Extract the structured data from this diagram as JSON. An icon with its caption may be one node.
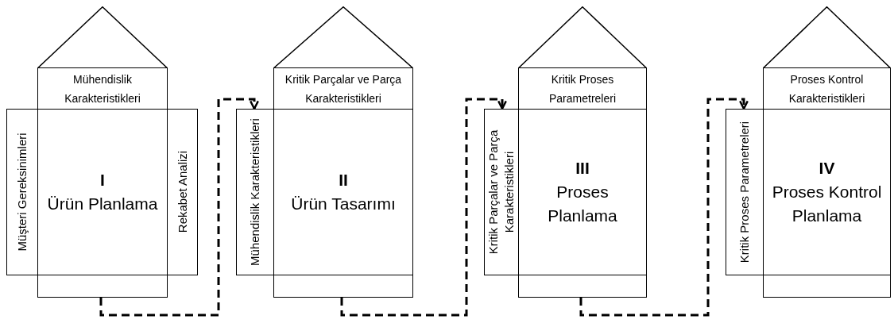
{
  "diagram": {
    "nodes": [
      {
        "text": [],
        "shape": "triangle"
      },
      {
        "text": [
          "Mühendislik Karakteristikleri"
        ]
      },
      {
        "text": [
          "Müşteri Gereksinimleri"
        ]
      },
      {
        "text": [
          "I",
          "Ürün Planlama"
        ]
      },
      {
        "text": [
          "Rekabet Analizi"
        ]
      },
      {
        "text": [],
        "shape": "box"
      },
      {
        "text": [],
        "shape": "triangle"
      },
      {
        "text": [
          "Kritik Parçalar ve Parça Karakteristikleri"
        ]
      },
      {
        "text": [
          "Mühendislik Karakteristikleri"
        ]
      },
      {
        "text": [
          "II",
          "Ürün Tasarımı"
        ]
      },
      {
        "text": [],
        "shape": "box"
      },
      {
        "text": [],
        "shape": "triangle"
      },
      {
        "text": [
          "Kritik Proses Parametreleri"
        ]
      },
      {
        "text": [
          "Kritik Parçalar ve Parça Karakteristikleri"
        ]
      },
      {
        "text": [
          "III",
          "Proses Planlama"
        ]
      },
      {
        "text": [],
        "shape": "box"
      },
      {
        "text": [],
        "shape": "triangle"
      },
      {
        "text": [
          "Proses Kontrol Karakteristikleri"
        ]
      },
      {
        "text": [
          "Kritik Proses Parametreleri"
        ]
      },
      {
        "text": [
          "IV",
          "Proses Kontrol Planlama"
        ]
      },
      {
        "text": [],
        "shape": "box"
      }
    ],
    "edges": [
      {
        "from": 5,
        "to": 8,
        "arrow": "to",
        "style": "dashed"
      },
      {
        "from": 10,
        "to": 13,
        "arrow": "to",
        "style": "dashed"
      },
      {
        "from": 15,
        "to": 18,
        "arrow": "to",
        "style": "dashed"
      }
    ]
  }
}
